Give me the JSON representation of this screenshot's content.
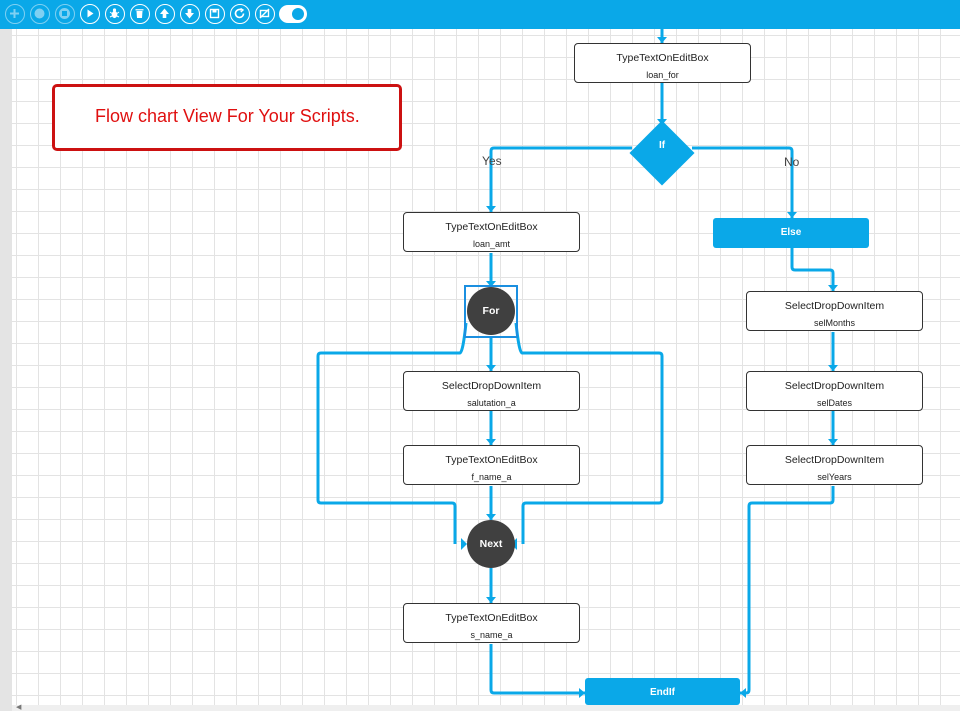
{
  "toolbar": {
    "buttons": [
      {
        "icon": "plus-icon",
        "enabled": false
      },
      {
        "icon": "record-icon",
        "enabled": false
      },
      {
        "icon": "stop-icon",
        "enabled": false
      },
      {
        "icon": "play-icon",
        "enabled": true
      },
      {
        "icon": "bug-icon",
        "enabled": true
      },
      {
        "icon": "trash-icon",
        "enabled": true
      },
      {
        "icon": "move-up-icon",
        "enabled": true
      },
      {
        "icon": "move-down-icon",
        "enabled": true
      },
      {
        "icon": "save-icon",
        "enabled": true
      },
      {
        "icon": "refresh-icon",
        "enabled": true
      },
      {
        "icon": "no-screen-icon",
        "enabled": true
      }
    ],
    "toggle_on": true
  },
  "callout": {
    "text": "Flow chart View For Your Scripts."
  },
  "flow": {
    "top_node": {
      "title": "TypeTextOnEditBox",
      "sub": "loan_for"
    },
    "if_label": "If",
    "yes_label": "Yes",
    "no_label": "No",
    "yes_branch": {
      "node1": {
        "title": "TypeTextOnEditBox",
        "sub": "loan_amt"
      },
      "for_label": "For",
      "node2": {
        "title": "SelectDropDownItem",
        "sub": "salutation_a"
      },
      "node3": {
        "title": "TypeTextOnEditBox",
        "sub": "f_name_a"
      },
      "next_label": "Next",
      "node4": {
        "title": "TypeTextOnEditBox",
        "sub": "s_name_a"
      }
    },
    "no_branch": {
      "else_label": "Else",
      "node1": {
        "title": "SelectDropDownItem",
        "sub": "selMonths"
      },
      "node2": {
        "title": "SelectDropDownItem",
        "sub": "selDates"
      },
      "node3": {
        "title": "SelectDropDownItem",
        "sub": "selYears"
      }
    },
    "endif_label": "EndIf"
  },
  "colors": {
    "accent": "#0aa8e8",
    "loop_node": "#404040",
    "callout_red": "#cc1111",
    "grid": "#e3e3e3"
  }
}
